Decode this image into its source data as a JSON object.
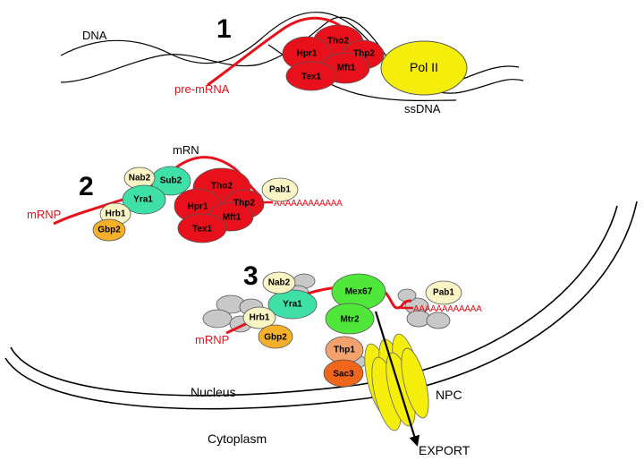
{
  "colors": {
    "red": "#e8101a",
    "yellow": "#f4ee0a",
    "cream": "#fbf4c4",
    "teal": "#3fe0a8",
    "green": "#4fe83a",
    "orange": "#f6b02a",
    "peach": "#f3a26e",
    "dark_orange": "#f0661a",
    "grey": "#c8c8c8"
  },
  "step1": {
    "number": "1",
    "dna_label": "DNA",
    "premrna_label": "pre-mRNA",
    "ssdna_label": "ssDNA",
    "pol2": "Pol II",
    "tho2": "Tho2",
    "hpr1": "Hpr1",
    "thp2": "Thp2",
    "mft1": "Mft1",
    "tex1": "Tex1"
  },
  "step2": {
    "number": "2",
    "mrn_label": "mRN",
    "mrnp_label": "mRNP",
    "polya": "AAAAAAAAAAAA",
    "nab2": "Nab2",
    "sub2": "Sub2",
    "yra1": "Yra1",
    "hrb1": "Hrb1",
    "gbp2": "Gbp2",
    "tho2": "Tho2",
    "hpr1": "Hpr1",
    "thp2": "Thp2",
    "mft1": "Mft1",
    "tex1": "Tex1",
    "pab1": "Pab1"
  },
  "step3": {
    "number": "3",
    "mrnp_label": "mRNP",
    "polya": "AAAAAAAAAAAA",
    "nab2": "Nab2",
    "yra1": "Yra1",
    "hrb1": "Hrb1",
    "gbp2": "Gbp2",
    "mex67": "Mex67",
    "mtr2": "Mtr2",
    "thp1": "Thp1",
    "sac3": "Sac3",
    "pab1": "Pab1"
  },
  "compartments": {
    "nucleus": "Nucleus",
    "cytoplasm": "Cytoplasm",
    "npc": "NPC",
    "export": "EXPORT"
  }
}
